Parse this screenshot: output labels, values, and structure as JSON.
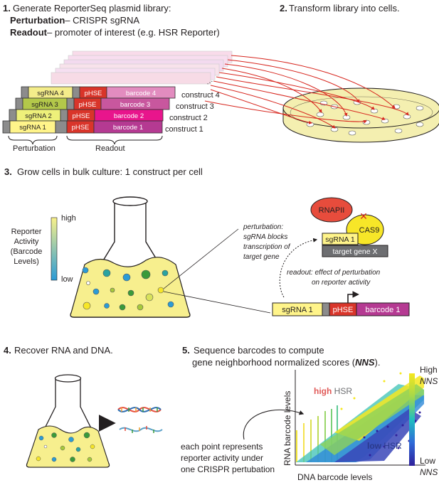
{
  "colors": {
    "sgrna1": "#fff48a",
    "sgrna2": "#eef07a",
    "sgrna3": "#b3c84a",
    "sgrna4": "#f4ed8a",
    "phse": "#d9352a",
    "barcode1": "#b53a92",
    "barcode2": "#e8158c",
    "barcode3": "#c8579e",
    "barcode4": "#e28cbf",
    "gray": "#8c8c8c",
    "arrow": "#d7261e",
    "flask_fill": "#f7ef8e",
    "dish_fill": "#f4efb0",
    "rnapii": "#e74c3c",
    "cas9": "#f7e628",
    "gene": "#6d6e71",
    "high_text": "#e05a58",
    "low_text": "#2b3a8c"
  },
  "step1": {
    "num": "1.",
    "line1": "Generate ReporterSeq plasmid library:",
    "perturbation_bold": "Perturbation",
    "perturbation_rest": "– CRISPR sgRNA",
    "readout_bold": "Readout",
    "readout_rest": "– promoter of interest (e.g. HSR Reporter)",
    "constructs": [
      {
        "sgrna": "sgRNA 1",
        "promoter": "pHSE",
        "barcode": "barcode 1",
        "label": "construct 1"
      },
      {
        "sgrna": "sgRNA 2",
        "promoter": "pHSE",
        "barcode": "barcode 2",
        "label": "construct 2"
      },
      {
        "sgrna": "sgRNA 3",
        "promoter": "pHSE",
        "barcode": "barcode 3",
        "label": "construct 3"
      },
      {
        "sgrna": "sgRNA 4",
        "promoter": "pHSE",
        "barcode": "barcode 4",
        "label": "construct 4"
      }
    ],
    "ellipsis": "···",
    "brace_perturbation": "Perturbation",
    "brace_readout": "Readout"
  },
  "step2": {
    "num": "2.",
    "label": "Transform library into cells."
  },
  "step3": {
    "num": "3.",
    "label": "Grow cells in bulk culture: 1 construct per cell",
    "scale_title": [
      "Reporter",
      "Activity",
      "(Barcode",
      "Levels)"
    ],
    "scale_high": "high",
    "scale_low": "low",
    "perturbation_note": [
      "perturbation:",
      "sgRNA blocks",
      "transcription of",
      "target gene"
    ],
    "rnapii": "RNAPII",
    "cas9": "CAS9",
    "sgrna": "sgRNA 1",
    "target": "target gene X",
    "readout_note": [
      "readout:  effect of perturbation",
      "on reporter activity"
    ],
    "construct": {
      "sgrna": "sgRNA 1",
      "promoter": "pHSE",
      "barcode": "barcode 1"
    }
  },
  "step4": {
    "num": "4.",
    "label": "Recover RNA and DNA."
  },
  "step5": {
    "num": "5.",
    "line1": "Sequence barcodes to compute",
    "line2_pre": "gene neighborhood normalized scores (",
    "line2_nns": "NNS",
    "line2_post": ").",
    "y_axis": "RNA barcode levels",
    "x_axis": "DNA barcode levels",
    "high_bold": "high",
    "high_rest": " HSR",
    "low_bold": "low",
    "low_rest": " HSR",
    "note": [
      "each point represents",
      "reporter activity under",
      "one CRISPR pertubation"
    ],
    "cbar_high": "High",
    "cbar_high_nns": "NNS",
    "cbar_low": "Low",
    "cbar_low_nns": "NNS"
  }
}
